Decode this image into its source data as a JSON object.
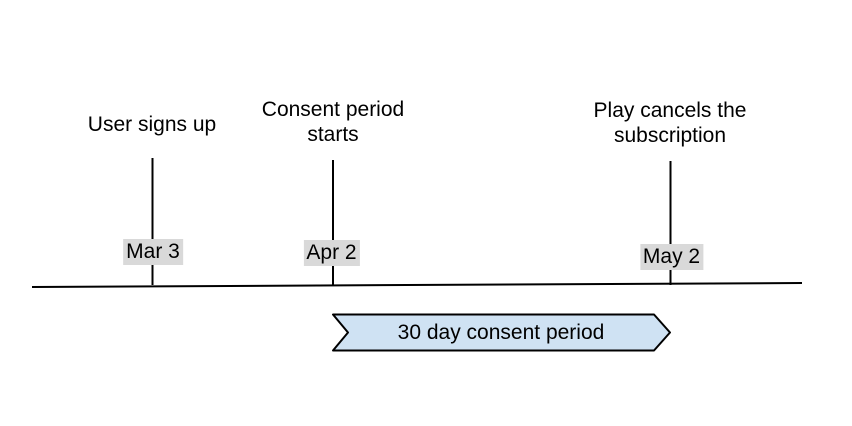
{
  "timeline": {
    "events": [
      {
        "label": "User signs up",
        "date": "Mar 3"
      },
      {
        "label": "Consent period starts",
        "date": "Apr 2"
      },
      {
        "label": "Play cancels the subscription",
        "date": "May 2"
      }
    ],
    "banner": {
      "label": "30 day consent period"
    },
    "colors": {
      "background": "#ffffff",
      "line": "#000000",
      "text": "#000000",
      "date_label_bg": "#d9d9d9",
      "banner_fill": "#cfe2f3",
      "banner_border": "#000000"
    }
  }
}
